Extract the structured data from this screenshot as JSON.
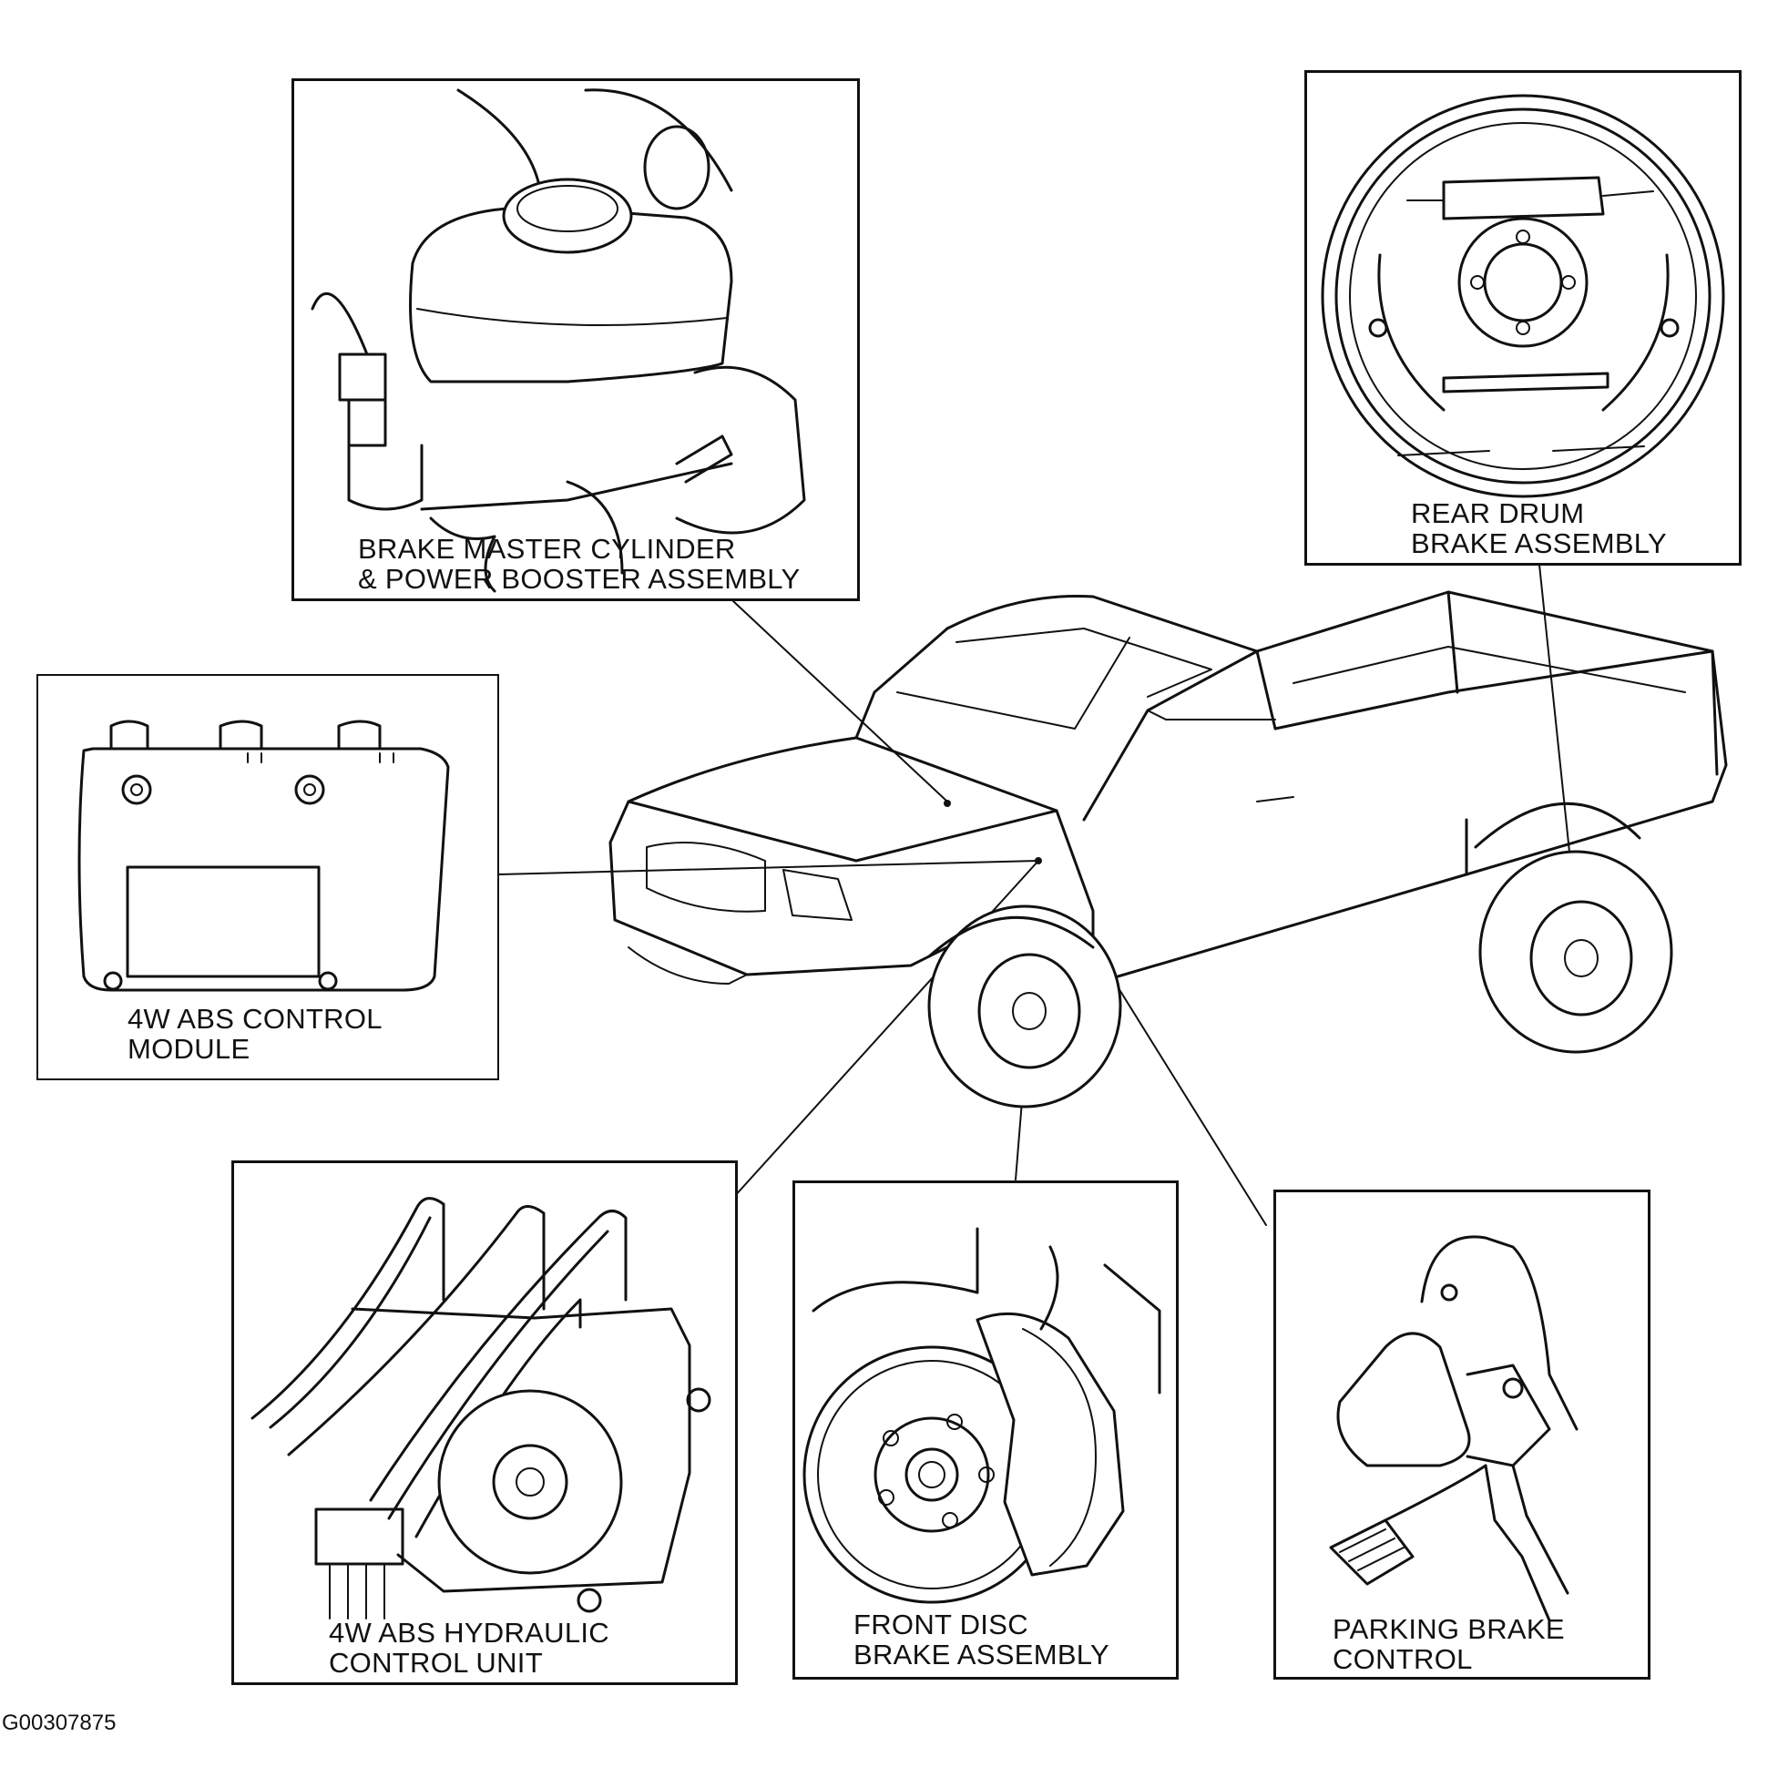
{
  "figure_id": "G00307875",
  "callouts": {
    "master_cylinder": {
      "line1": "BRAKE MASTER CYLINDER",
      "line2": "& POWER BOOSTER ASSEMBLY"
    },
    "rear_drum": {
      "line1": "REAR DRUM",
      "line2": "BRAKE ASSEMBLY"
    },
    "abs_module": {
      "line1": "4W ABS CONTROL",
      "line2": "MODULE"
    },
    "abs_hydraulic": {
      "line1": "4W ABS HYDRAULIC",
      "line2": "CONTROL UNIT"
    },
    "front_disc": {
      "line1": "FRONT DISC",
      "line2": "BRAKE ASSEMBLY"
    },
    "parking_brake": {
      "line1": "PARKING BRAKE",
      "line2": "CONTROL"
    }
  }
}
